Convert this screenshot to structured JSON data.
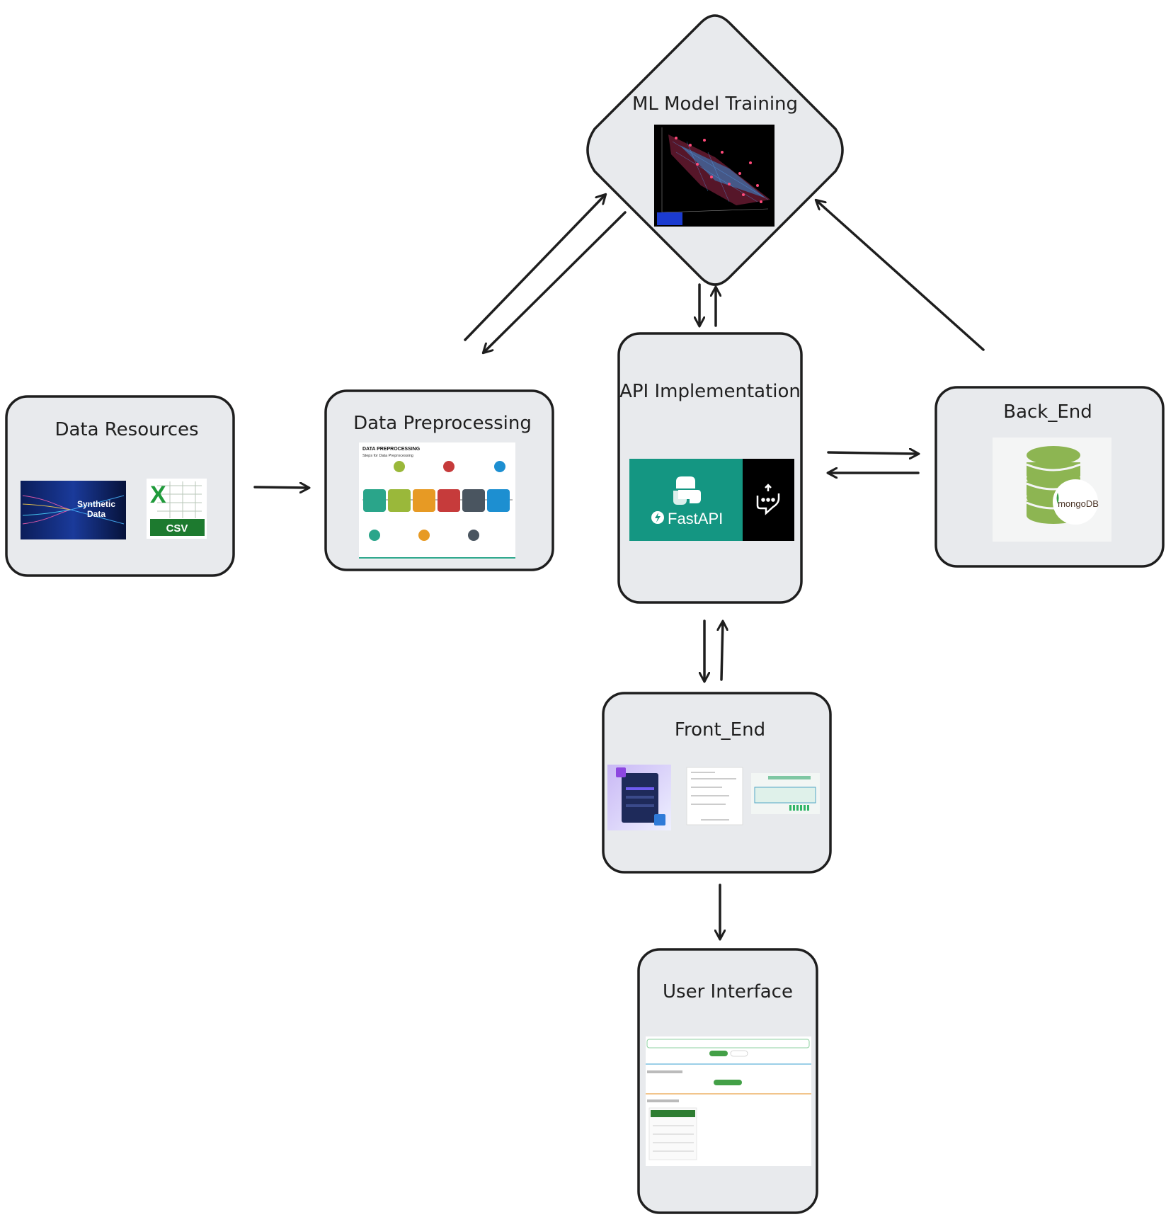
{
  "nodes": {
    "ml_training": {
      "label": "ML Model Training"
    },
    "data_resources": {
      "label": "Data Resources",
      "synthetic_label_1": "Synthetic",
      "synthetic_label_2": "Data",
      "csv_label": "CSV"
    },
    "data_preprocessing": {
      "label": "Data Preprocessing",
      "thumb_title": "DATA PREPROCESSING",
      "thumb_subtitle": "Steps for Data Preprocessing"
    },
    "api": {
      "label": "API Implementation",
      "fastapi_label": "FastAPI"
    },
    "back_end": {
      "label": "Back_End",
      "db_label": "mongoDB"
    },
    "front_end": {
      "label": "Front_End"
    },
    "user_interface": {
      "label": "User Interface"
    }
  },
  "colors": {
    "node_fill": "#e8eaed",
    "node_stroke": "#1e1e1e",
    "fastapi_teal": "#149682",
    "mongo_green": "#8db552"
  },
  "icons": [
    "python-icon",
    "lightning-icon",
    "database-icon",
    "chat-bot-icon"
  ]
}
